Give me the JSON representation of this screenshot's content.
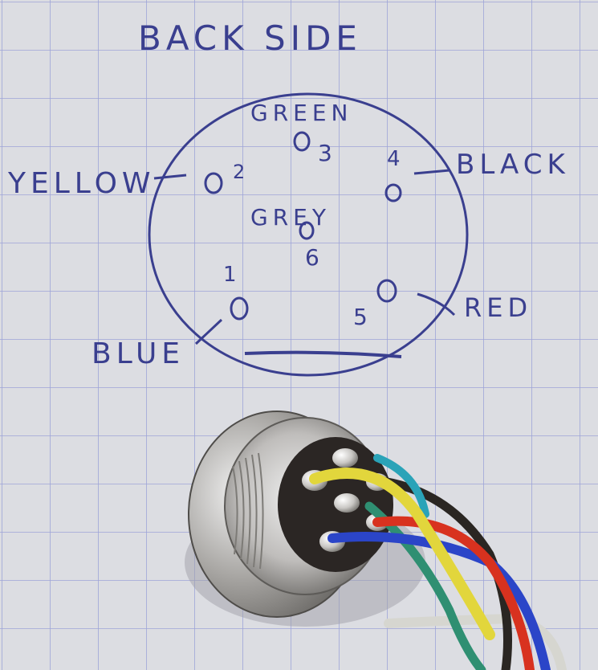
{
  "title": "BACK SIDE",
  "pins": [
    {
      "number": "1",
      "color_name": "BLUE"
    },
    {
      "number": "2",
      "color_name": "YELLOW"
    },
    {
      "number": "3",
      "color_name": "GREEN"
    },
    {
      "number": "4",
      "color_name": "BLACK"
    },
    {
      "number": "5",
      "color_name": "RED"
    },
    {
      "number": "6",
      "color_name": "GREY"
    }
  ],
  "colors": {
    "paper": "#dcdde2",
    "grid": "#9aa0d6",
    "ink": "#3a3f8f",
    "metal": "#b9b7b5",
    "wire_yellow": "#e2d63c",
    "wire_red": "#d8321f",
    "wire_blue": "#2b45c8",
    "wire_green": "#2f8f72",
    "wire_grey": "#d6d6d0",
    "wire_black": "#2a2622",
    "wire_teal": "#2aa3b8"
  }
}
